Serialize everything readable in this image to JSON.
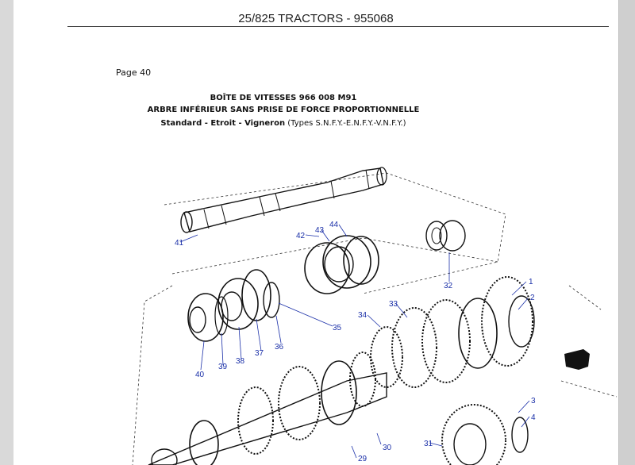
{
  "header": {
    "title": "25/825 TRACTORS - 955068"
  },
  "page_label": "Page  40",
  "caption": {
    "line1": "BOÎTE DE VITESSES 966 008 M91",
    "line2": "ARBRE INFÉRIEUR SANS PRISE DE FORCE PROPORTIONNELLE",
    "line3_bold": "Standard - Etroit - Vigneron",
    "line3_rest": " (Types S.N.F.Y.-E.N.F.Y.-V.N.F.Y.)"
  },
  "callouts": [
    "1",
    "2",
    "3",
    "4",
    "29",
    "30",
    "31",
    "32",
    "33",
    "34",
    "35",
    "36",
    "37",
    "38",
    "39",
    "40",
    "41",
    "42",
    "43",
    "44"
  ],
  "colors": {
    "callout": "#1a2fa8",
    "ink": "#111111",
    "page": "#ffffff",
    "frame": "#d9d9d9"
  }
}
